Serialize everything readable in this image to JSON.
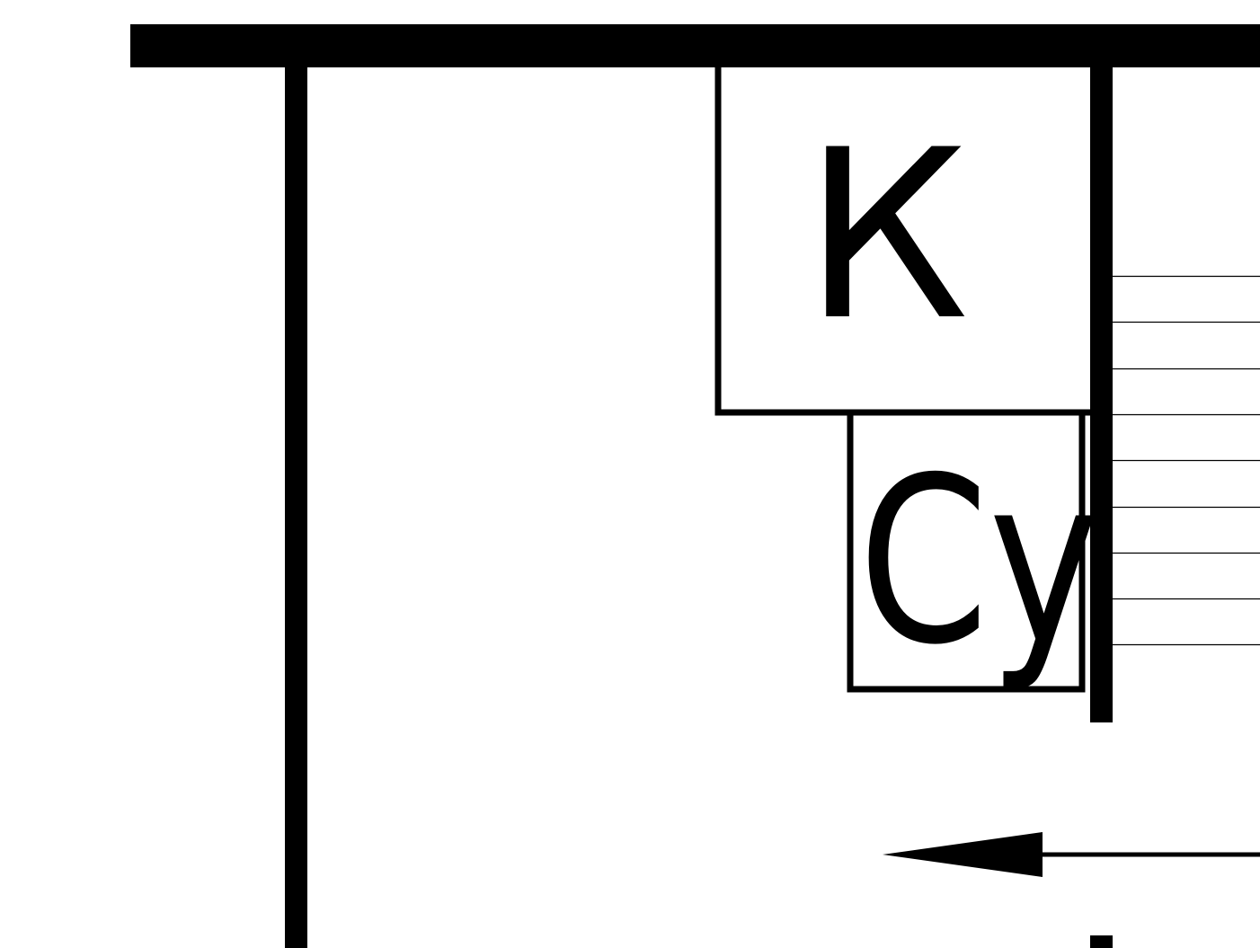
{
  "rooms": {
    "kitchen": {
      "label": "К"
    },
    "bathroom": {
      "label": "Су"
    }
  },
  "stairs": {
    "step_count": 9
  },
  "colors": {
    "wall": "#000000",
    "background": "#ffffff"
  }
}
